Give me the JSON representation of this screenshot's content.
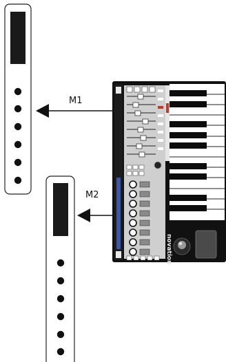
{
  "labels": {
    "m1": "M1",
    "m2": "M2",
    "brand": "novation"
  },
  "device": {
    "name_lettering": "novation",
    "colors": {
      "body": "#111111",
      "panel": "#cfcfcf",
      "blue_strip": "#3a57a8",
      "white_key": "#ffffff",
      "black_key": "#0c0c0c",
      "red_accent": "#c0392b"
    },
    "white_key_count": 13,
    "fader_count": 8,
    "knob_count": 8
  },
  "callouts": [
    {
      "label_key": "m1",
      "connector_dots": 6
    },
    {
      "label_key": "m2",
      "connector_dots": 6
    }
  ]
}
